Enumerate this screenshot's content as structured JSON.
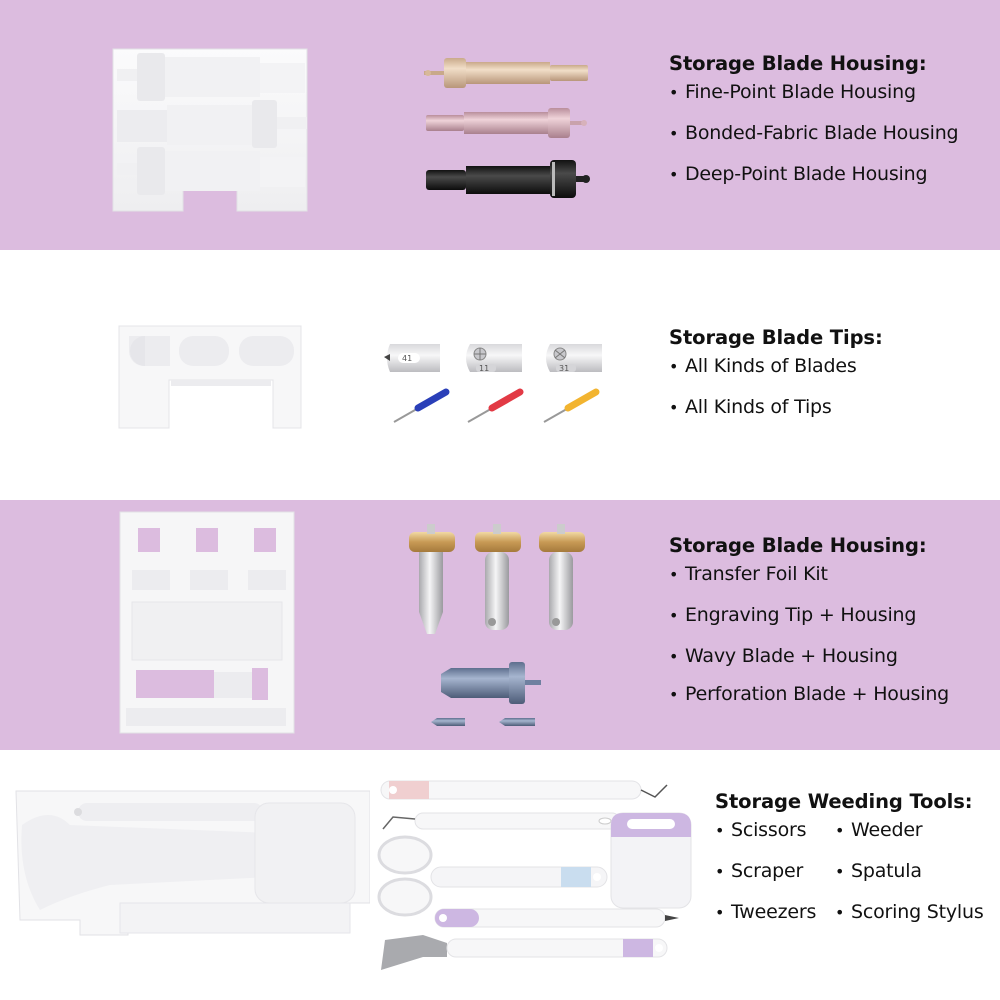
{
  "colors": {
    "band_purple": "#dcbcdf",
    "band_white": "#ffffff",
    "text": "#111111",
    "tray_white": "#f7f7f8",
    "gold_housing": "#d9bfa2",
    "rose_housing": "#d6b2bb",
    "black_housing": "#222222",
    "blue_housing": "#7f90ad",
    "blade_blue": "#2a3fb8",
    "blade_red": "#e23a45",
    "blade_yellow": "#f2b430",
    "accent_lilac": "#cdb7e2",
    "accent_pink": "#f0cfd0",
    "accent_blue": "#c9ddef"
  },
  "sections": [
    {
      "id": "blade-housing-1",
      "heading": "Storage Blade Housing:",
      "bullet": "•",
      "items": [
        "Fine-Point Blade Housing",
        "Bonded-Fabric Blade Housing",
        "Deep-Point Blade Housing"
      ],
      "image": {
        "tray": "blade-housing-tray",
        "products": [
          "gold-housing",
          "rose-housing",
          "black-housing"
        ]
      }
    },
    {
      "id": "blade-tips",
      "heading": "Storage Blade Tips:",
      "bullet": "•",
      "items": [
        "All Kinds of Blades",
        "All Kinds of Tips"
      ],
      "image": {
        "tray": "blade-tip-tray",
        "tip_labels": [
          "41",
          "11",
          "31"
        ],
        "blade_colors": [
          "blue",
          "red",
          "yellow"
        ]
      }
    },
    {
      "id": "blade-housing-2",
      "heading": "Storage Blade Housing:",
      "bullet": "•",
      "items": [
        "Transfer Foil Kit",
        "Engraving Tip + Housing",
        "Wavy Blade + Housing",
        "Perforation Blade + Housing"
      ],
      "image": {
        "tray": "quick-swap-tray",
        "products": [
          "gear-tip-1",
          "gear-tip-2",
          "gear-tip-3",
          "blue-housing",
          "blade-tip-a",
          "blade-tip-b"
        ]
      }
    },
    {
      "id": "weeding-tools",
      "heading": "Storage Weeding Tools:",
      "bullet": "•",
      "items": [
        "Scissors",
        "Weeder",
        "Scraper",
        "Spatula",
        "Tweezers",
        "Scoring Stylus"
      ],
      "image": {
        "tray": "weeding-tool-tray",
        "products": [
          "weeder",
          "tweezers",
          "scissors",
          "scraper",
          "scoring-stylus",
          "spatula"
        ]
      }
    }
  ]
}
